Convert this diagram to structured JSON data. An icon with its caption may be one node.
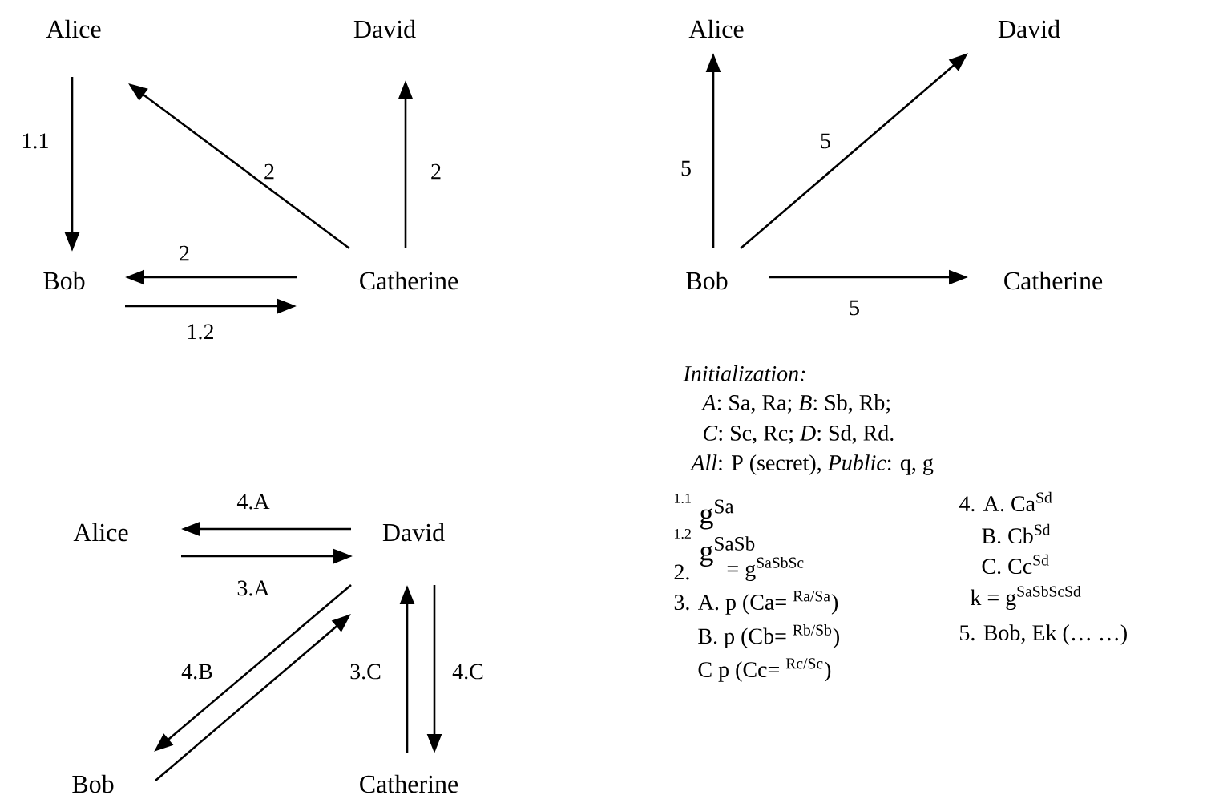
{
  "diagram": {
    "nodes": [
      {
        "text": [
          "Alice"
        ]
      },
      {
        "text": [
          "David"
        ]
      },
      {
        "text": [
          "Bob"
        ]
      },
      {
        "text": [
          "Catherine"
        ]
      },
      {
        "text": [
          "Alice"
        ]
      },
      {
        "text": [
          "David"
        ]
      },
      {
        "text": [
          "Bob"
        ]
      },
      {
        "text": [
          "Catherine"
        ]
      },
      {
        "text": [
          "Alice"
        ]
      },
      {
        "text": [
          "David"
        ]
      },
      {
        "text": [
          "Bob"
        ]
      },
      {
        "text": [
          "Catherine"
        ]
      }
    ],
    "edges": [
      {
        "from": 0,
        "to": 2,
        "arrow": "to",
        "label": "1.1"
      },
      {
        "from": 3,
        "to": 0,
        "arrow": "to",
        "label": "2"
      },
      {
        "from": 3,
        "to": 1,
        "arrow": "to",
        "label": "2"
      },
      {
        "from": 3,
        "to": 2,
        "arrow": "to",
        "label": "2"
      },
      {
        "from": 2,
        "to": 3,
        "arrow": "to",
        "label": "1.2"
      },
      {
        "from": 6,
        "to": 4,
        "arrow": "to",
        "label": "5"
      },
      {
        "from": 6,
        "to": 5,
        "arrow": "to",
        "label": "5"
      },
      {
        "from": 6,
        "to": 7,
        "arrow": "to",
        "label": "5"
      },
      {
        "from": 9,
        "to": 8,
        "arrow": "to",
        "label": "4.A"
      },
      {
        "from": 8,
        "to": 9,
        "arrow": "to",
        "label": "3.A"
      },
      {
        "from": 9,
        "to": 10,
        "arrow": "to",
        "label": "4.B"
      },
      {
        "from": 10,
        "to": 9,
        "arrow": "to"
      },
      {
        "from": 11,
        "to": 9,
        "arrow": "to",
        "label": "3.C"
      },
      {
        "from": 9,
        "to": 11,
        "arrow": "to",
        "label": "4.C"
      }
    ],
    "labels": [
      "Initialization:",
      "*A*: Sa, Ra; *B*: Sb, Rb;",
      "*C*: Sc, Rc; *D*: Sd, Rd.",
      "*All*: P (secret), *Public*: q, g",
      "1.1",
      "g$^{Sa}$",
      "1.2",
      "g$^{SaSb}$",
      "2.",
      "= g$^{SaSbSc}$",
      "3. A.   p (Ca= $^{Ra/Sa}$)",
      "B.   p (Cb= $^{Rb/Sb}$)",
      "C   p (Cc= $^{Rc/Sc}$)",
      "4. A. Ca$^{Sd}$",
      "B. Cb$^{Sd}$",
      "C. Cc$^{Sd}$",
      "k = g$^{SaSbScSd}$",
      "5. Bob, Ek (… …)"
    ]
  }
}
